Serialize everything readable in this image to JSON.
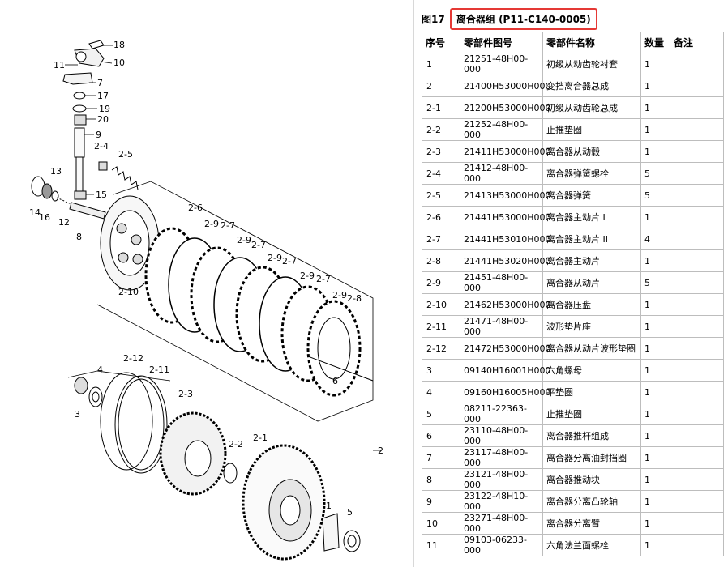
{
  "figure": {
    "prefix": "图17",
    "title": "离合器组 (P11-C140-0005)"
  },
  "table": {
    "headers": [
      "序号",
      "零部件图号",
      "零部件名称",
      "数量",
      "备注"
    ],
    "rows": [
      [
        "1",
        "21251-48H00-000",
        "初级从动齿轮衬套",
        "1",
        ""
      ],
      [
        "2",
        "21400H53000H000",
        "变挡离合器总成",
        "1",
        ""
      ],
      [
        "2-1",
        "21200H53000H000",
        "初级从动齿轮总成",
        "1",
        ""
      ],
      [
        "2-2",
        "21252-48H00-000",
        "止推垫圈",
        "1",
        ""
      ],
      [
        "2-3",
        "21411H53000H000",
        "离合器从动毂",
        "1",
        ""
      ],
      [
        "2-4",
        "21412-48H00-000",
        "离合器弹簧螺栓",
        "5",
        ""
      ],
      [
        "2-5",
        "21413H53000H000",
        "离合器弹簧",
        "5",
        ""
      ],
      [
        "2-6",
        "21441H53000H000",
        "离合器主动片 I",
        "1",
        ""
      ],
      [
        "2-7",
        "21441H53010H000",
        "离合器主动片 II",
        "4",
        ""
      ],
      [
        "2-8",
        "21441H53020H000",
        "离合器主动片",
        "1",
        ""
      ],
      [
        "2-9",
        "21451-48H00-000",
        "离合器从动片",
        "5",
        ""
      ],
      [
        "2-10",
        "21462H53000H000",
        "离合器压盘",
        "1",
        ""
      ],
      [
        "2-11",
        "21471-48H00-000",
        "波形垫片座",
        "1",
        ""
      ],
      [
        "2-12",
        "21472H53000H000",
        "离合器从动片波形垫圈",
        "1",
        ""
      ],
      [
        "3",
        "09140H16001H000",
        "六角螺母",
        "1",
        ""
      ],
      [
        "4",
        "09160H16005H000",
        "平垫圈",
        "1",
        ""
      ],
      [
        "5",
        "08211-22363-000",
        "止推垫圈",
        "1",
        ""
      ],
      [
        "6",
        "23110-48H00-000",
        "离合器推杆组成",
        "1",
        ""
      ],
      [
        "7",
        "23117-48H00-000",
        "离合器分离油封挡圈",
        "1",
        ""
      ],
      [
        "8",
        "23121-48H00-000",
        "离合器推动块",
        "1",
        ""
      ],
      [
        "9",
        "23122-48H10-000",
        "离合器分离凸轮轴",
        "1",
        ""
      ],
      [
        "10",
        "23271-48H00-000",
        "离合器分离臂",
        "1",
        ""
      ],
      [
        "11",
        "09103-06233-000",
        "六角法兰面螺栓",
        "1",
        ""
      ]
    ]
  },
  "diagram": {
    "callouts": [
      "18",
      "10",
      "11",
      "7",
      "17",
      "19",
      "20",
      "9",
      "2-4",
      "2-5",
      "13",
      "14",
      "16",
      "12",
      "15",
      "8",
      "2-6",
      "2-9",
      "2-7",
      "2-9",
      "2-7",
      "2-9",
      "2-7",
      "2-9",
      "2-7",
      "2-9",
      "2-8",
      "2-10",
      "6",
      "2-12",
      "2-11",
      "4",
      "3",
      "2-3",
      "2-2",
      "2-1",
      "2",
      "1",
      "5"
    ]
  },
  "colors": {
    "highlight_border": "#e53935",
    "grid": "#bdbdbd"
  }
}
